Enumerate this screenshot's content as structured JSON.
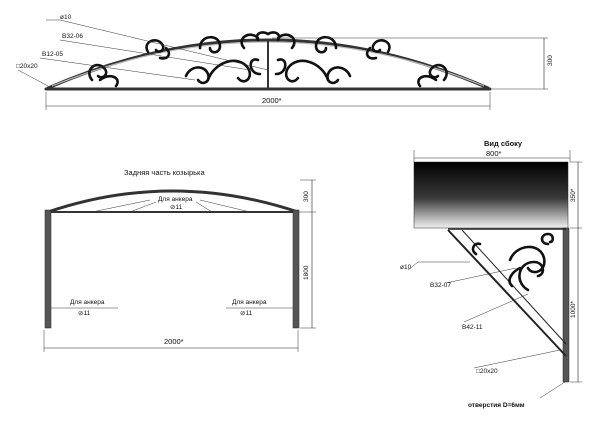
{
  "top_view": {
    "callout_d10": "ø10",
    "callout_b32_06": "B32-06",
    "callout_b12_05": "B12-05",
    "callout_profile": "□20x20",
    "width": "2000*",
    "height": "300"
  },
  "back_view": {
    "title": "Задняя часть козырька",
    "anchor_top": "Для анкера",
    "anchor_top_d": "⊘11",
    "anchor_left": "Для анкера",
    "anchor_left_d": "⊘11",
    "anchor_right": "Для анкера",
    "anchor_right_d": "⊘11",
    "height_top": "300",
    "height_post": "1800",
    "width": "2000*"
  },
  "side_view": {
    "title": "Вид сбоку",
    "width": "800*",
    "height_top": "350*",
    "height_post": "1000*",
    "callout_d10": "ø10",
    "callout_b32_07": "B32-07",
    "callout_b42_11": "B42-11",
    "callout_profile": "□20x20",
    "holes": "отверстия D=6мм"
  }
}
